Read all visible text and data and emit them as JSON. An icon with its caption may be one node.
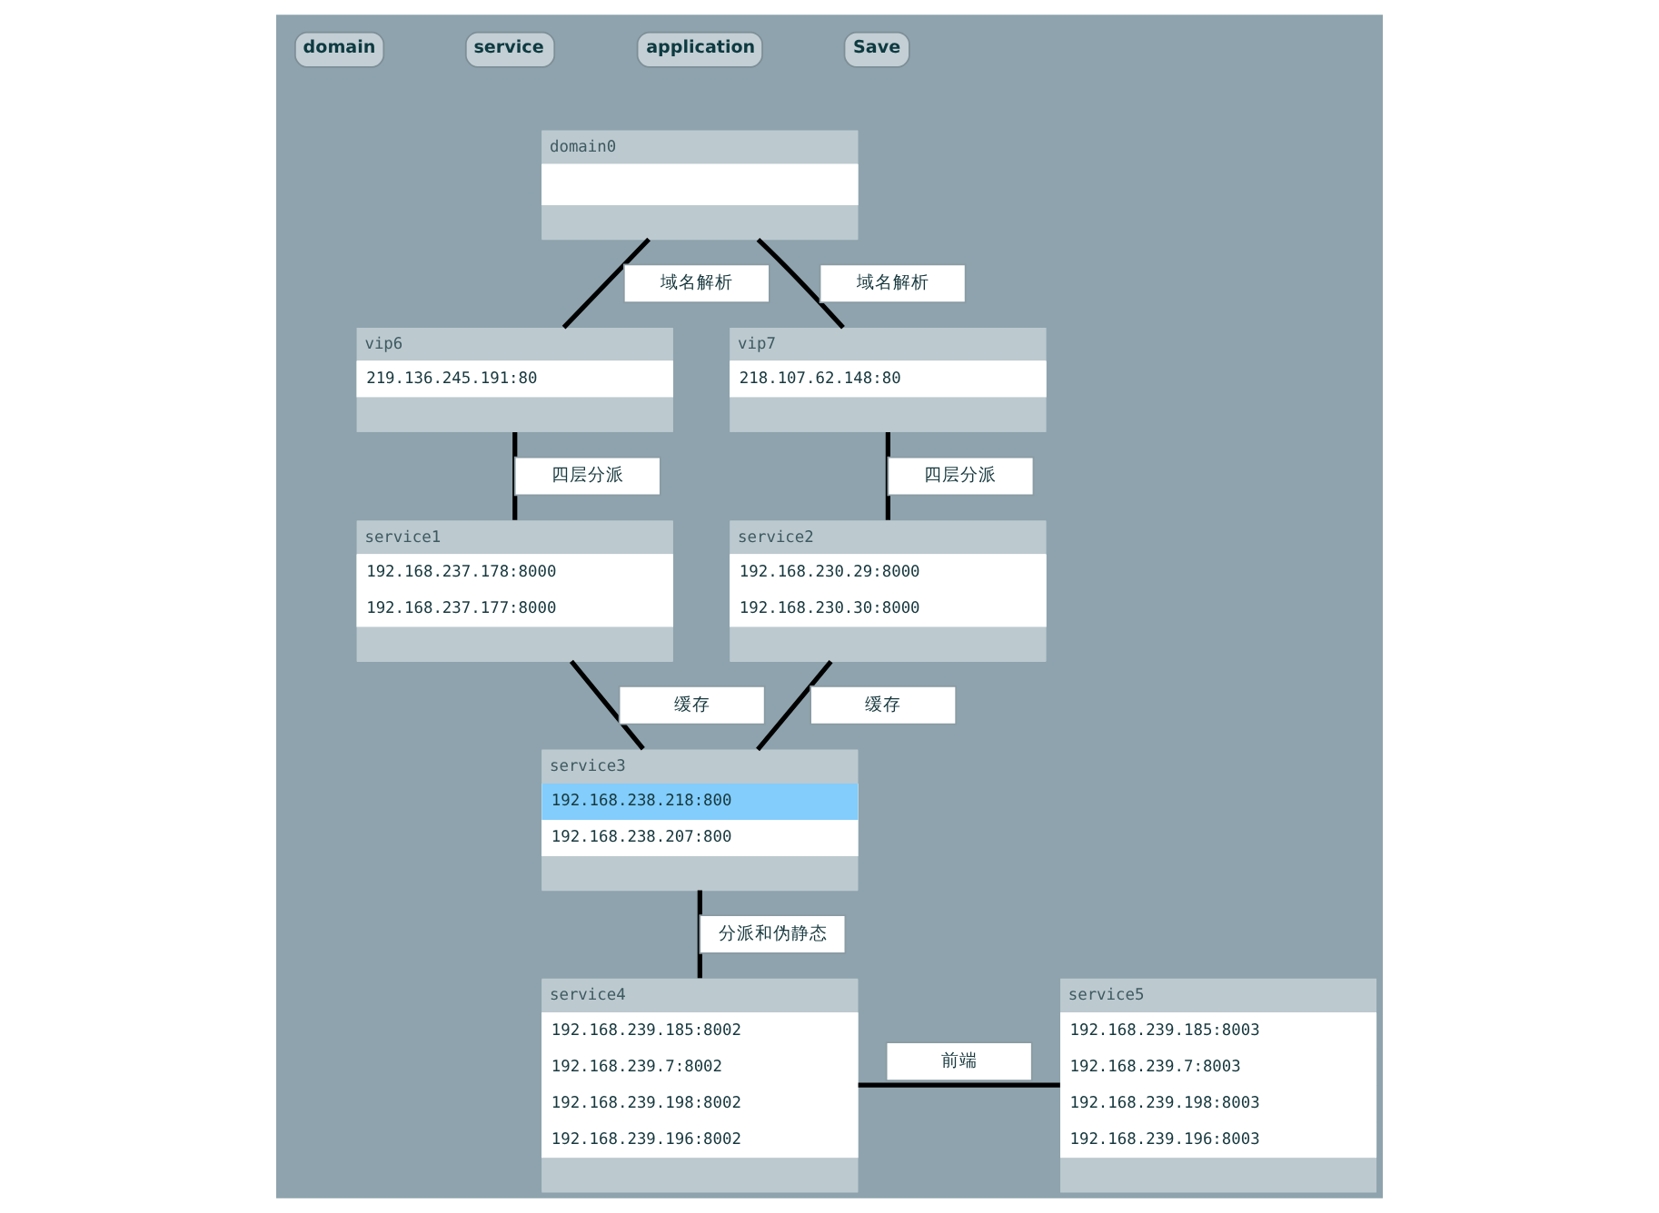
{
  "diagram": {
    "nodes": [
      {
        "text": [
          "domain0"
        ]
      },
      {
        "text": [
          "vip6",
          "219.136.245.191:80"
        ]
      },
      {
        "text": [
          "vip7",
          "218.107.62.148:80"
        ]
      },
      {
        "text": [
          "service1",
          "192.168.237.178:8000",
          "192.168.237.177:8000"
        ]
      },
      {
        "text": [
          "service2",
          "192.168.230.29:8000",
          "192.168.230.30:8000"
        ]
      },
      {
        "text": [
          "service3",
          "192.168.238.218:800",
          "192.168.238.207:800"
        ]
      },
      {
        "text": [
          "service4",
          "192.168.239.185:8002",
          "192.168.239.7:8002",
          "192.168.239.198:8002",
          "192.168.239.196:8002"
        ]
      },
      {
        "text": [
          "service5",
          "192.168.239.185:8003",
          "192.168.239.7:8003",
          "192.168.239.198:8003",
          "192.168.239.196:8003"
        ]
      }
    ],
    "edges": [
      {
        "from": 0,
        "to": 1,
        "arrow": "none",
        "label": "域名解析"
      },
      {
        "from": 0,
        "to": 2,
        "arrow": "none",
        "label": "域名解析"
      },
      {
        "from": 1,
        "to": 3,
        "arrow": "none",
        "label": "四层分派"
      },
      {
        "from": 2,
        "to": 4,
        "arrow": "none",
        "label": "四层分派"
      },
      {
        "from": 3,
        "to": 5,
        "arrow": "none",
        "label": "缓存"
      },
      {
        "from": 4,
        "to": 5,
        "arrow": "none",
        "label": "缓存"
      },
      {
        "from": 5,
        "to": 6,
        "arrow": "none",
        "label": "分派和伪静态"
      },
      {
        "from": 6,
        "to": 7,
        "arrow": "none",
        "label": "前端"
      }
    ],
    "labels": [
      "domain",
      "service",
      "application",
      "Save"
    ]
  }
}
